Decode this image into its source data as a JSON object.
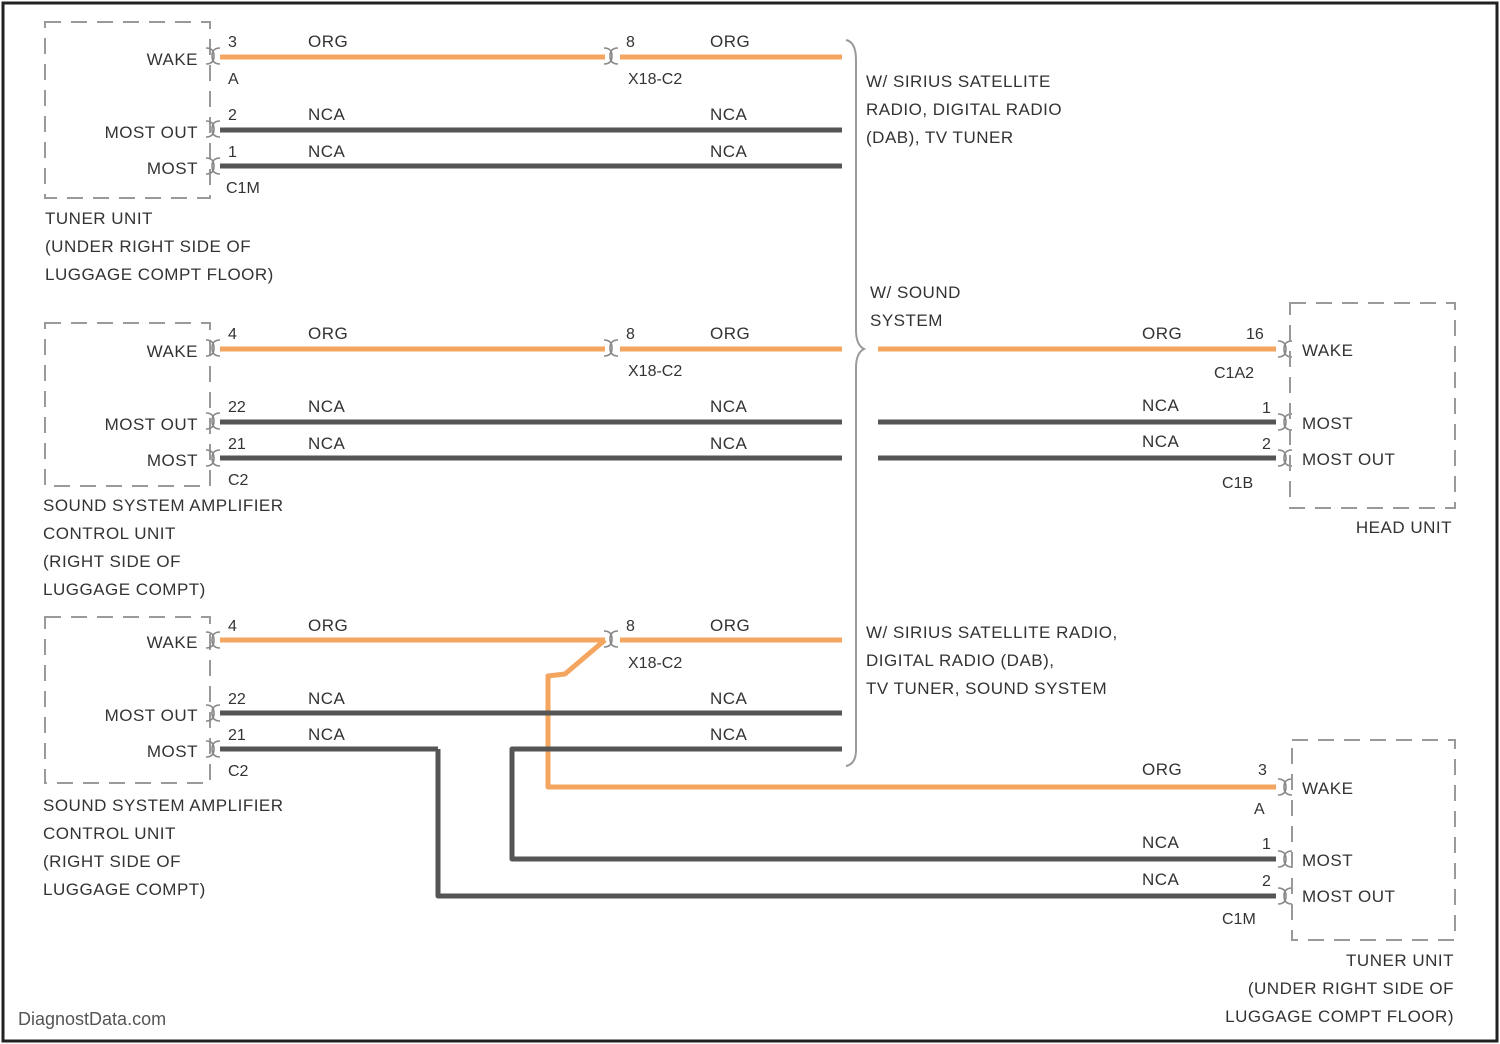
{
  "diagram": {
    "colors": {
      "org_wire": "#f4a660",
      "nca_wire": "#555555",
      "box": "#9a9a9a"
    },
    "watermark": "DiagnostData.com",
    "sections": [
      {
        "module": {
          "pins": [
            "WAKE",
            "MOST OUT",
            "MOST"
          ],
          "pin_numbers": [
            "3",
            "2",
            "1"
          ],
          "connector_top": "A",
          "connector_bottom": "C1M",
          "caption": [
            "TUNER UNIT",
            "(UNDER RIGHT SIDE OF",
            "LUGGAGE COMPT FLOOR)"
          ]
        },
        "wires": [
          {
            "left_color": "ORG",
            "splice_pin": "8",
            "right_color": "ORG"
          },
          {
            "left_color": "NCA",
            "right_color": "NCA"
          },
          {
            "left_color": "NCA",
            "right_color": "NCA"
          }
        ],
        "splice_connector": "X18-C2",
        "brace_label": [
          "W/ SIRIUS SATELLITE",
          "RADIO, DIGITAL RADIO",
          "(DAB), TV TUNER"
        ]
      },
      {
        "module": {
          "pins": [
            "WAKE",
            "MOST OUT",
            "MOST"
          ],
          "pin_numbers": [
            "4",
            "22",
            "21"
          ],
          "connector_bottom": "C2",
          "caption": [
            "SOUND SYSTEM AMPLIFIER",
            "CONTROL UNIT",
            "(RIGHT SIDE OF",
            "LUGGAGE COMPT)"
          ]
        },
        "wires": [
          {
            "left_color": "ORG",
            "splice_pin": "8",
            "right_color": "ORG"
          },
          {
            "left_color": "NCA",
            "right_color": "NCA"
          },
          {
            "left_color": "NCA",
            "right_color": "NCA"
          }
        ],
        "splice_connector": "X18-C2",
        "brace_label": [
          "W/ SOUND",
          "SYSTEM"
        ],
        "right_unit": {
          "wires": [
            {
              "color": "ORG",
              "pin": "16",
              "connector": "C1A2"
            },
            {
              "color": "NCA",
              "pin": "1"
            },
            {
              "color": "NCA",
              "pin": "2"
            }
          ],
          "connector_bottom": "C1B",
          "pins": [
            "WAKE",
            "MOST",
            "MOST OUT"
          ],
          "caption": [
            "HEAD UNIT"
          ]
        }
      },
      {
        "module": {
          "pins": [
            "WAKE",
            "MOST OUT",
            "MOST"
          ],
          "pin_numbers": [
            "4",
            "22",
            "21"
          ],
          "connector_bottom": "C2",
          "caption": [
            "SOUND SYSTEM AMPLIFIER",
            "CONTROL UNIT",
            "(RIGHT SIDE OF",
            "LUGGAGE COMPT)"
          ]
        },
        "wires": [
          {
            "left_color": "ORG",
            "splice_pin": "8",
            "right_color": "ORG"
          },
          {
            "left_color": "NCA",
            "right_color": "NCA"
          },
          {
            "left_color": "NCA",
            "right_color": "NCA"
          }
        ],
        "splice_connector": "X18-C2",
        "brace_label": [
          "W/ SIRIUS SATELLITE RADIO,",
          "DIGITAL RADIO (DAB),",
          "TV TUNER, SOUND SYSTEM"
        ],
        "right_unit": {
          "wires": [
            {
              "color": "ORG",
              "pin": "3",
              "connector": "A"
            },
            {
              "color": "NCA",
              "pin": "1"
            },
            {
              "color": "NCA",
              "pin": "2"
            }
          ],
          "connector_bottom": "C1M",
          "pins": [
            "WAKE",
            "MOST",
            "MOST OUT"
          ],
          "caption": [
            "TUNER UNIT",
            "(UNDER RIGHT SIDE OF",
            "LUGGAGE COMPT FLOOR)"
          ]
        }
      }
    ]
  }
}
